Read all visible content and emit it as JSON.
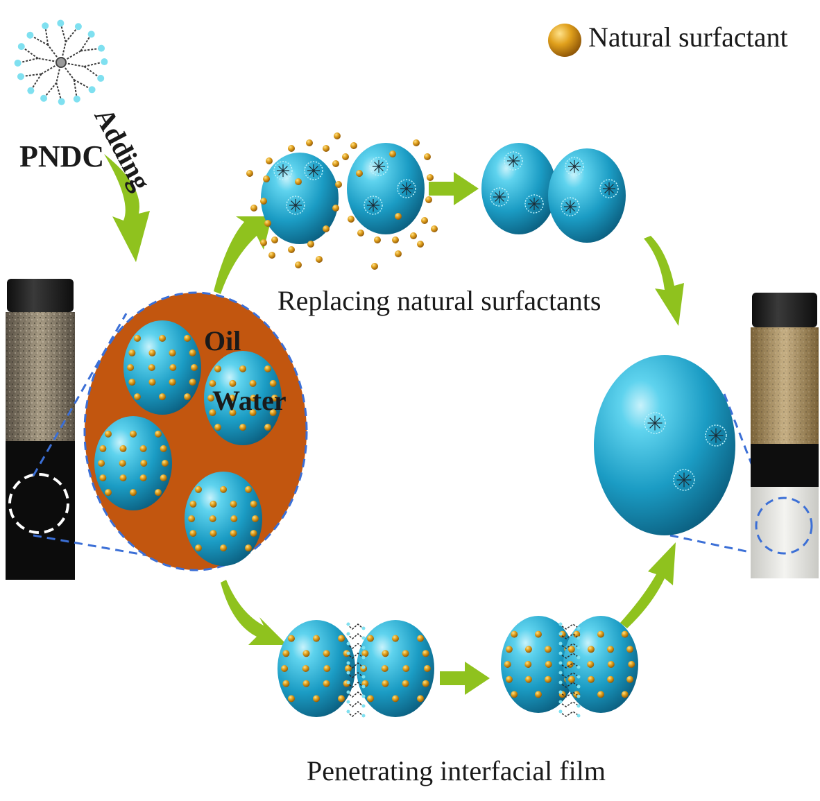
{
  "labels": {
    "legend": "Natural surfactant",
    "pndc": "PNDC",
    "adding": "Adding",
    "replacing": "Replacing natural surfactants",
    "penetrating": "Penetrating interfacial film",
    "oil": "Oil",
    "water": "Water"
  },
  "colors": {
    "droplet_light": "#5fd3ee",
    "droplet_mid": "#1b9cc4",
    "droplet_dark": "#0b5f80",
    "oil": "#c2560f",
    "surfactant": "#d99414",
    "arrow": "#8fc21e",
    "dashed_line": "#3b6fd6",
    "pndc_node": "#7fe0f0"
  }
}
